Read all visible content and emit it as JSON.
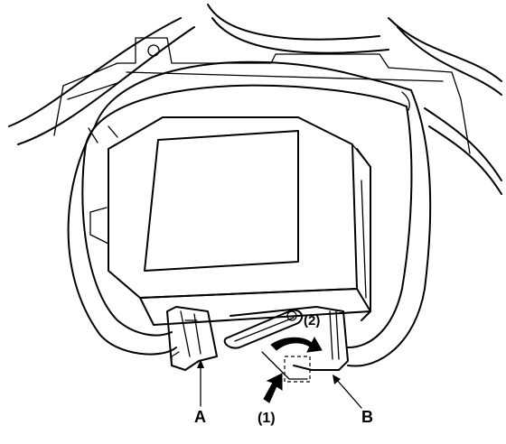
{
  "labels": {
    "a": "A",
    "b": "B",
    "step1": "(1)",
    "step2": "(2)"
  },
  "colors": {
    "ink": "#000000",
    "background": "#ffffff"
  }
}
